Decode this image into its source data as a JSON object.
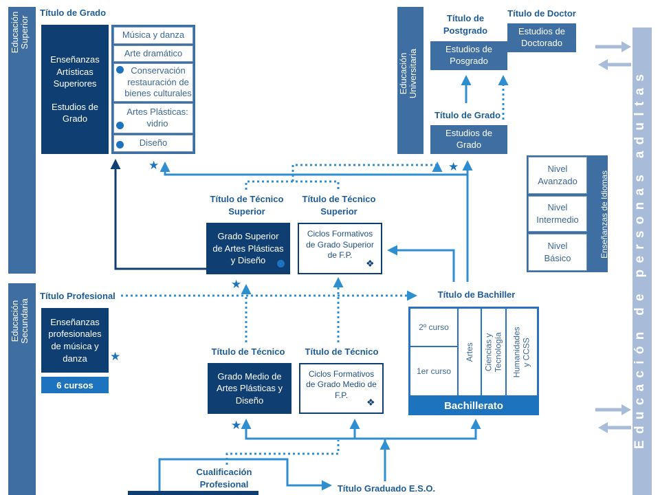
{
  "levels": {
    "superior": "Educación Superior",
    "secundaria": "Educación Secundaria",
    "universitaria": "Educación Universitaria",
    "adultos": "E d u c a c i ó n   d e   p e r s o n a s   a d u l t a s"
  },
  "headings": {
    "titulo_grado_top": "Título de Grado",
    "titulo_postgrado": "Título de Postgrado",
    "titulo_doctor": "Título de Doctor",
    "titulo_grado_uni": "Título de Grado",
    "tecnico_superior_1": "Título de Técnico Superior",
    "tecnico_superior_2": "Título de Técnico Superior",
    "titulo_profesional": "Título Profesional",
    "titulo_bachiller": "Título de Bachiller",
    "titulo_tecnico_1": "Título de Técnico",
    "titulo_tecnico_2": "Título de Técnico",
    "cualificacion": "Cualificación Profesional",
    "graduado_eso": "Título Graduado E.S.O."
  },
  "boxes": {
    "ens_artisticas": "Enseñanzas Artísticas Superiores",
    "estudios_grado_art": "Estudios de Grado",
    "estudios_doctorado": "Estudios de Doctorado",
    "estudios_posgrado": "Estudios de Posgrado",
    "estudios_grado_uni": "Estudios de Grado",
    "grado_superior_artes": "Grado Superior de Artes Plásticas y Diseño",
    "ciclos_superior": "Ciclos Formativos de Grado Superior de F.P.",
    "ens_profesionales": "Enseñanzas profesionales de música y danza",
    "seis_cursos": "6 cursos",
    "grado_medio_artes": "Grado Medio de Artes Plásticas y Diseño",
    "ciclos_medio": "Ciclos Formativos de Grado Medio de F.P."
  },
  "artes_list": [
    "Música y danza",
    "Arte dramático",
    "Conservación restauración de bienes culturales",
    "Artes Plásticas: vidrio",
    "Diseño"
  ],
  "idiomas": {
    "label": "Enseñanzas de Idiomas",
    "items": [
      "Nivel Avanzado",
      "Nivel Intermedio",
      "Nivel Básico"
    ]
  },
  "bachillerato": {
    "label": "Bachillerato",
    "curso2": "2º curso",
    "curso1": "1er curso",
    "modalidades": [
      "Artes",
      "Ciencias y Tecnología",
      "Humanidades y CCSS"
    ]
  },
  "colors": {
    "dark": "#0f3e72",
    "mid": "#3f6ea3",
    "accent": "#1e73be",
    "light": "#a8bcd9",
    "arrow": "#2f8ed0"
  }
}
